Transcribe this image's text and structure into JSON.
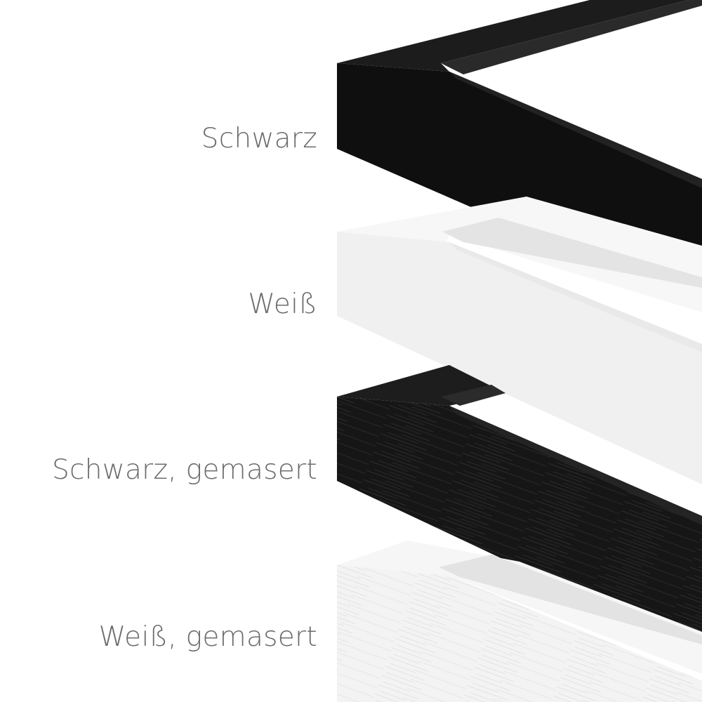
{
  "variants": [
    {
      "label": "Schwarz",
      "finish": "matt",
      "color": "#111111"
    },
    {
      "label": "Weiß",
      "finish": "matt",
      "color": "#f4f4f4"
    },
    {
      "label": "Schwarz, gemasert",
      "finish": "grained",
      "color": "#161616"
    },
    {
      "label": "Weiß, gemasert",
      "finish": "grained",
      "color": "#f2f2f2"
    }
  ],
  "colors": {
    "background": "#ffffff",
    "label_text": "#6b6b6b"
  }
}
